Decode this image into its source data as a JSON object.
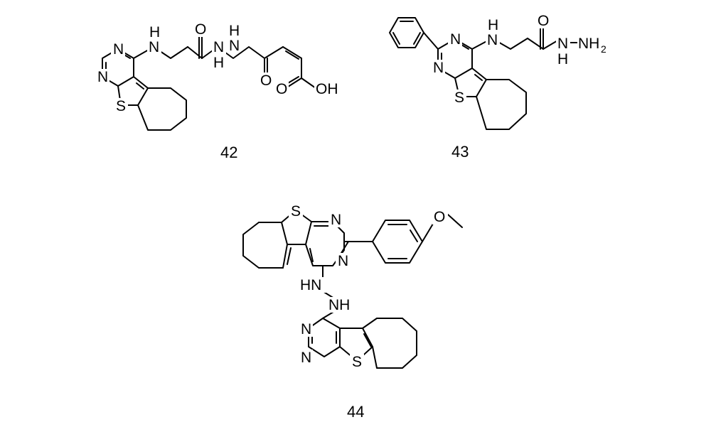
{
  "compounds": [
    {
      "label": "42",
      "atoms": {
        "n_top": "N",
        "n_left": "N",
        "s": "S",
        "amine": "H\nN",
        "carbonyl_o": "O",
        "hydrazide_n1": "N",
        "hydrazide_h1": "H",
        "hydrazide_n2": "N",
        "hydrazide_h2": "H",
        "amide_o": "O",
        "acid_o": "O",
        "acid_oh": "OH"
      }
    },
    {
      "label": "43",
      "atoms": {
        "n_top": "N",
        "n_left": "N",
        "s": "S",
        "amine": "N",
        "amine_h": "H",
        "carbonyl_o": "O",
        "n1": "N",
        "n1_h": "H",
        "nh2_n": "NH",
        "nh2_sub": "2"
      }
    },
    {
      "label": "44",
      "atoms": {
        "s_top": "S",
        "n_a": "N",
        "n_b": "N",
        "methoxy_o": "O",
        "hn1": "HN",
        "nh2": "NH",
        "n_c": "N",
        "n_d": "N",
        "s_bottom": "S"
      }
    }
  ]
}
